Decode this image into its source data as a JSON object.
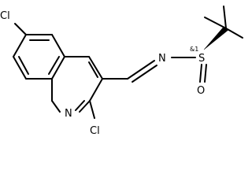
{
  "molecule": {
    "atom_labels": {
      "cl_top": "Cl",
      "cl_bottom": "Cl",
      "n_ring": "N",
      "n_imine": "N",
      "s": "S",
      "o": "O"
    },
    "stereo_label": "&1"
  }
}
